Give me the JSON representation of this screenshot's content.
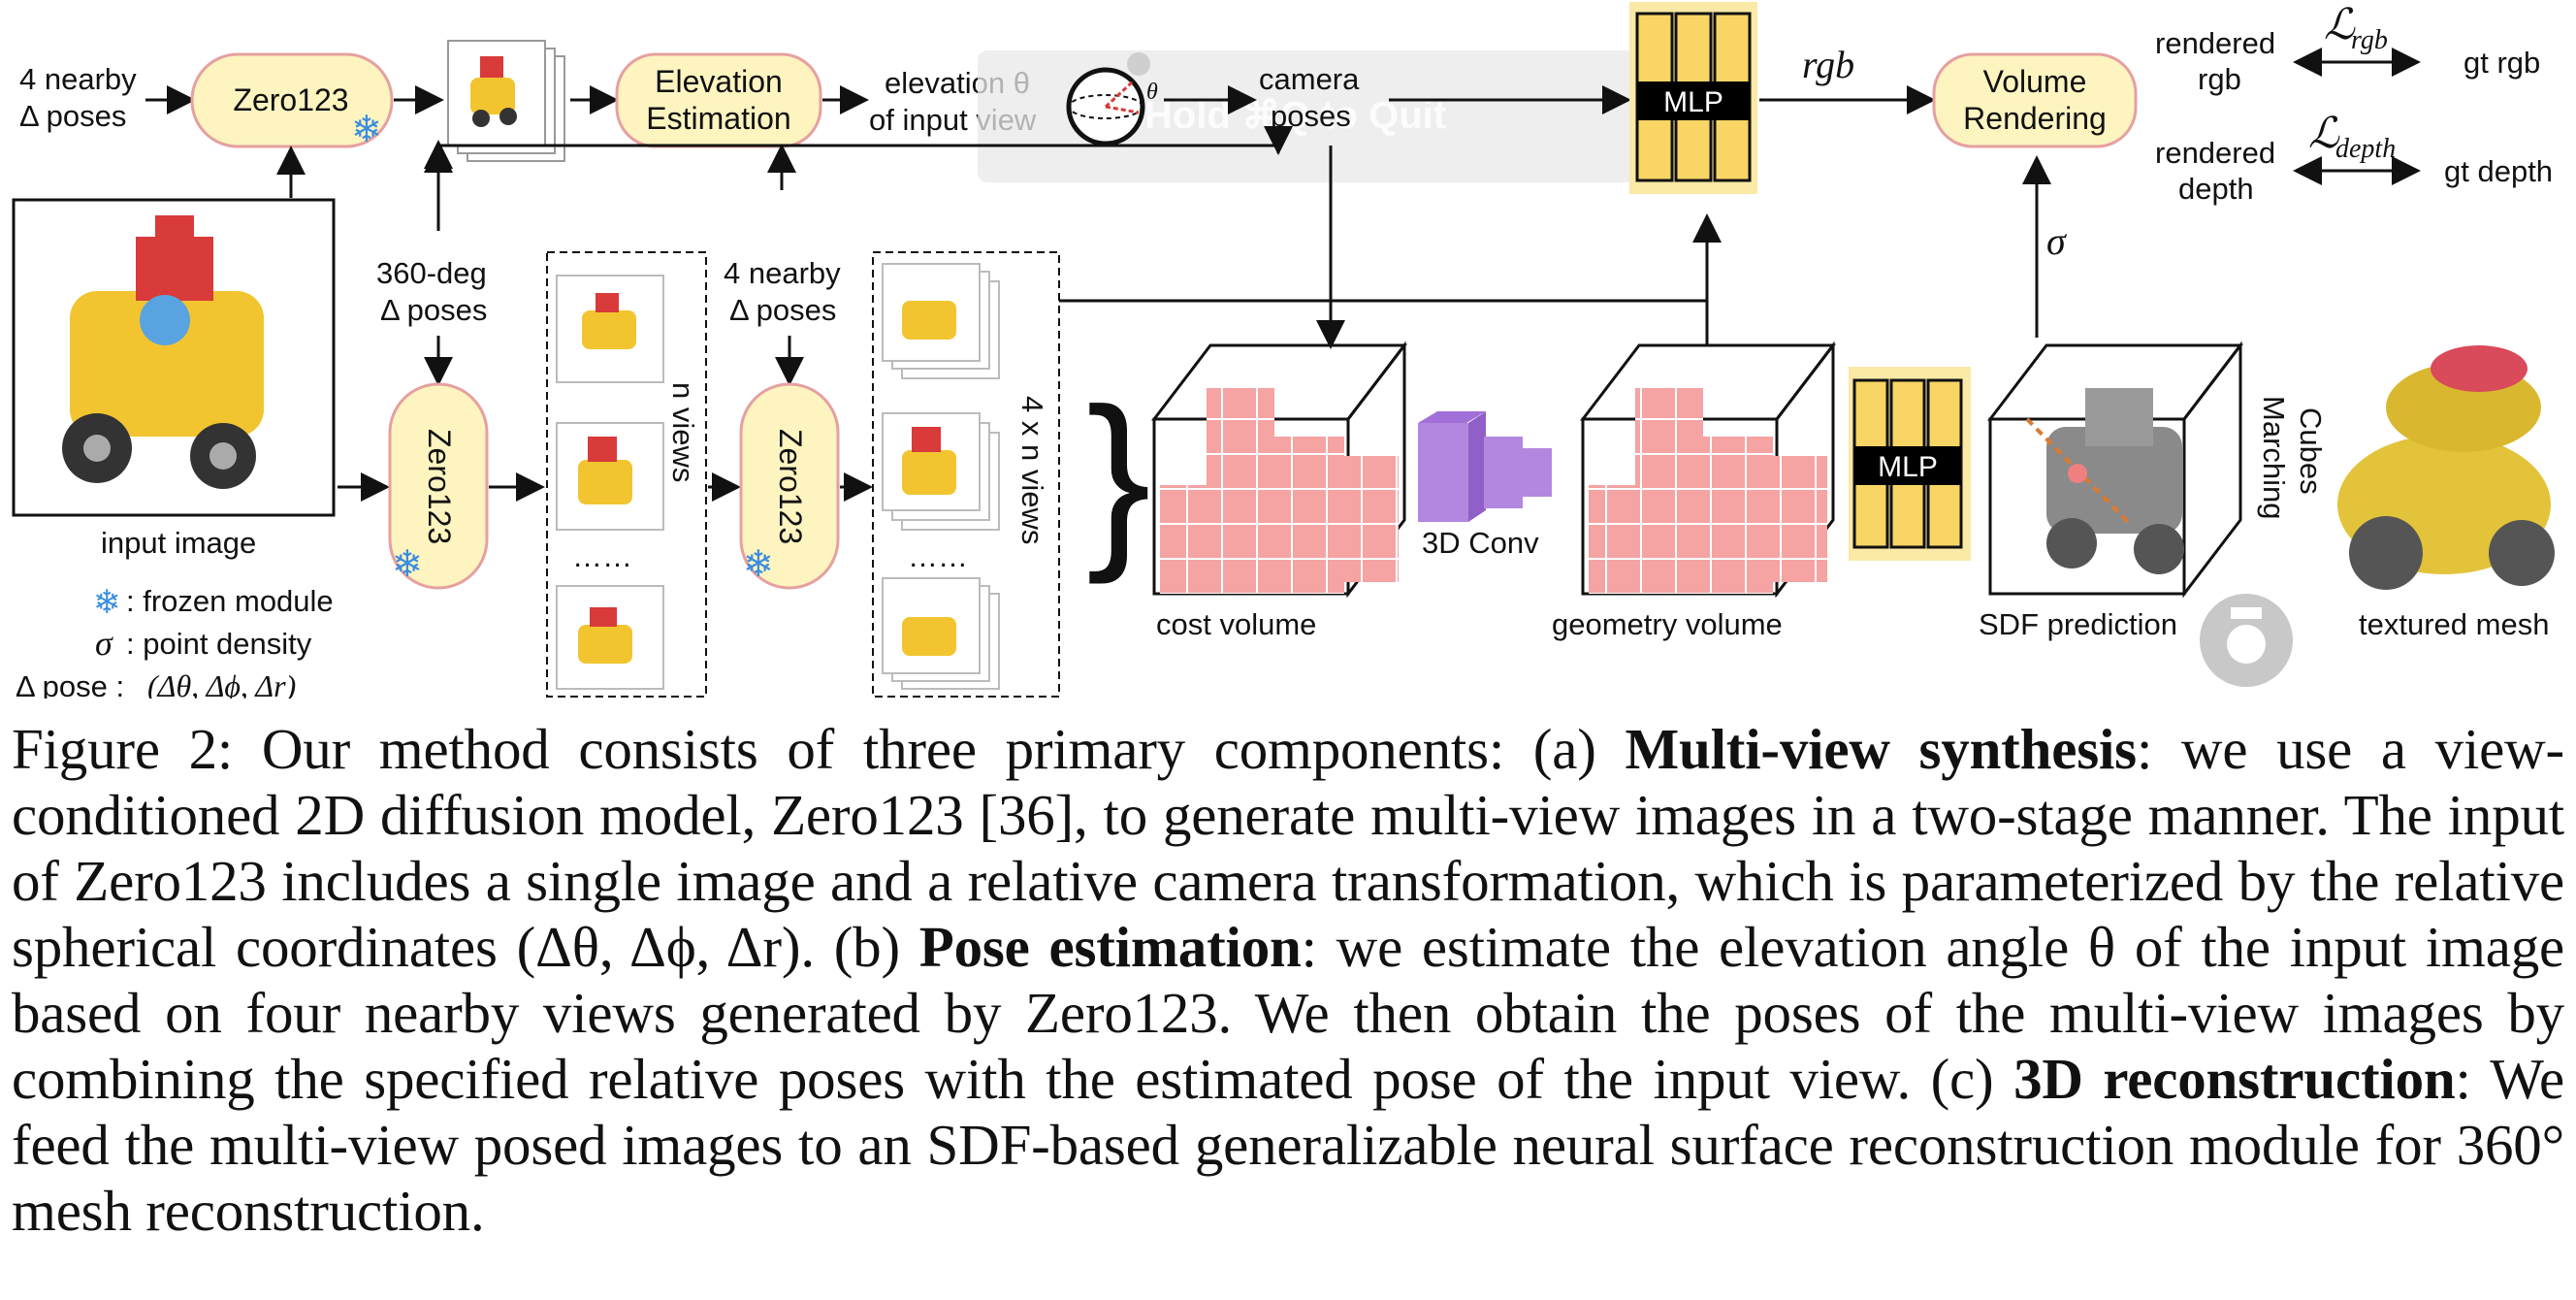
{
  "figure": {
    "inputs": {
      "nearby_poses_top_1": "4 nearby",
      "nearby_poses_top_2": "Δ poses",
      "deg360_1": "360-deg",
      "deg360_2": "Δ poses",
      "nearby_mid_1": "4 nearby",
      "nearby_mid_2": "Δ poses",
      "input_image": "input image"
    },
    "nodes": {
      "zero123": "Zero123",
      "elevation_1": "Elevation",
      "elevation_2": "Estimation",
      "elev_theta_1": "elevation θ",
      "elev_theta_2": "of input view",
      "camera_1": "camera",
      "camera_2": "poses",
      "mlp": "MLP",
      "rgb": "rgb",
      "volume_1": "Volume",
      "volume_2": "Rendering",
      "sigma": "σ",
      "n_views": "n views",
      "four_n_views": "4 x n views",
      "ellipsis": "……",
      "theta_small": "θ"
    },
    "losses": {
      "rendered_rgb_1": "rendered",
      "rendered_rgb_2": "rgb",
      "loss_rgb": "ℒ",
      "loss_rgb_sub": "rgb",
      "gt_rgb": "gt rgb",
      "rendered_depth_1": "rendered",
      "rendered_depth_2": "depth",
      "loss_depth": "ℒ",
      "loss_depth_sub": "depth",
      "gt_depth": "gt depth"
    },
    "volumes": {
      "cost": "cost volume",
      "conv": "3D Conv",
      "geometry": "geometry volume",
      "sdf": "SDF prediction",
      "marching_1": "Marching",
      "marching_2": "Cubes",
      "mesh": "textured mesh"
    },
    "legend": {
      "frozen": ": frozen module",
      "density": ": point density",
      "sigma": "σ",
      "pose_label": "Δ pose :",
      "pose_value": "(Δθ, Δϕ, Δr)"
    },
    "overlay": "Hold ⌘Q to Quit"
  },
  "caption": {
    "fig": "Figure 2: Our method consists of three primary components: (a) ",
    "b1": "Multi-view synthesis",
    "t1": ": we use a view-conditioned 2D diffusion model, Zero123 [36], to generate multi-view images in a two-stage manner. The input of Zero123 includes a single image and a relative camera transformation, which is parameterized by the relative spherical coordinates (Δθ, Δϕ, Δr). (b) ",
    "b2": "Pose estimation",
    "t2": ": we estimate the elevation angle θ of the input image based on four nearby views generated by Zero123.  We then obtain the poses of the multi-view images by combining the specified relative poses with the estimated pose of the input view. (c) ",
    "b3": "3D reconstruction",
    "t3": ": We feed the multi-view posed images to an SDF-based generalizable neural surface reconstruction module for 360° mesh reconstruction."
  },
  "colors": {
    "node_fill": "#fdf4c0",
    "node_stroke": "#e6a0a0",
    "mlp_bg": "#fbe9a6",
    "voxel": "#f5a3a3",
    "conv": "#b387e0",
    "snowflake": "#3a8de0"
  }
}
